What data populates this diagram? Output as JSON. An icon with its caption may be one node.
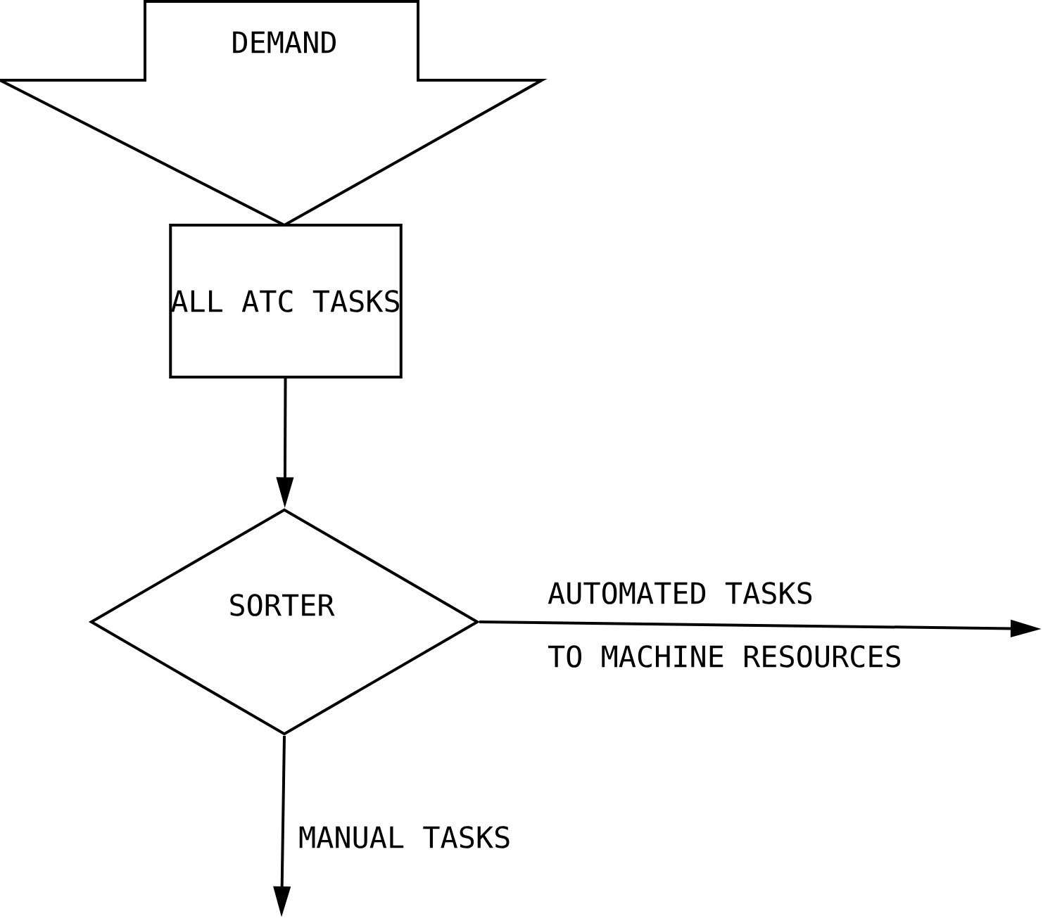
{
  "diagram": {
    "nodes": [
      {
        "text": [
          "DEMAND"
        ]
      },
      {
        "text": [
          "ALL ATC TASKS"
        ]
      },
      {
        "text": [
          "SORTER"
        ]
      }
    ],
    "edges": [
      {
        "from": 1,
        "to": 2,
        "arrow": "to"
      },
      {
        "from": 2,
        "to": null,
        "arrow": "to",
        "label": "AUTOMATED TASKS TO MACHINE RESOURCES"
      },
      {
        "from": 2,
        "to": null,
        "arrow": "to",
        "label": "MANUAL TASKS"
      }
    ]
  }
}
